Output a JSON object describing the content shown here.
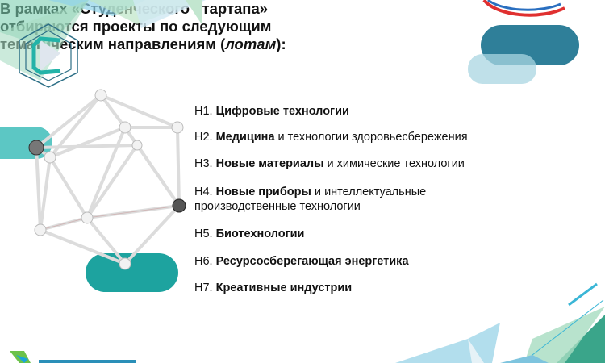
{
  "slide": {
    "title_line1": "В рамках «Студенческого стартапа»",
    "title_line2": "отбираются проекты по следующим",
    "title_line3_pre": "тематическим направлениям (",
    "title_line3_italic": "лотам",
    "title_line3_post": "):",
    "items": [
      {
        "code": "Н1. ",
        "bold": "Цифровые технологии",
        "rest": ""
      },
      {
        "code": "Н2. ",
        "bold": "Медицина",
        "rest": " и технологии здоровьесбережения"
      },
      {
        "code": "Н3. ",
        "bold": "Новые материалы",
        "rest": " и химические технологии"
      },
      {
        "code": "Н4. ",
        "bold": "Новые приборы",
        "rest": " и интеллектуальные",
        "rest2": "производственные технологии"
      },
      {
        "code": "Н5. ",
        "bold": "Биотехнологии",
        "rest": ""
      },
      {
        "code": "Н6. ",
        "bold": "Ресурсосберегающая энергетика",
        "rest": ""
      },
      {
        "code": "Н7. ",
        "bold": "Креативные индустрии",
        "rest": ""
      }
    ]
  },
  "colors": {
    "teal": "#2aa9a6",
    "dark_teal": "#2f7f99",
    "light_blue": "#c4e2ea"
  }
}
